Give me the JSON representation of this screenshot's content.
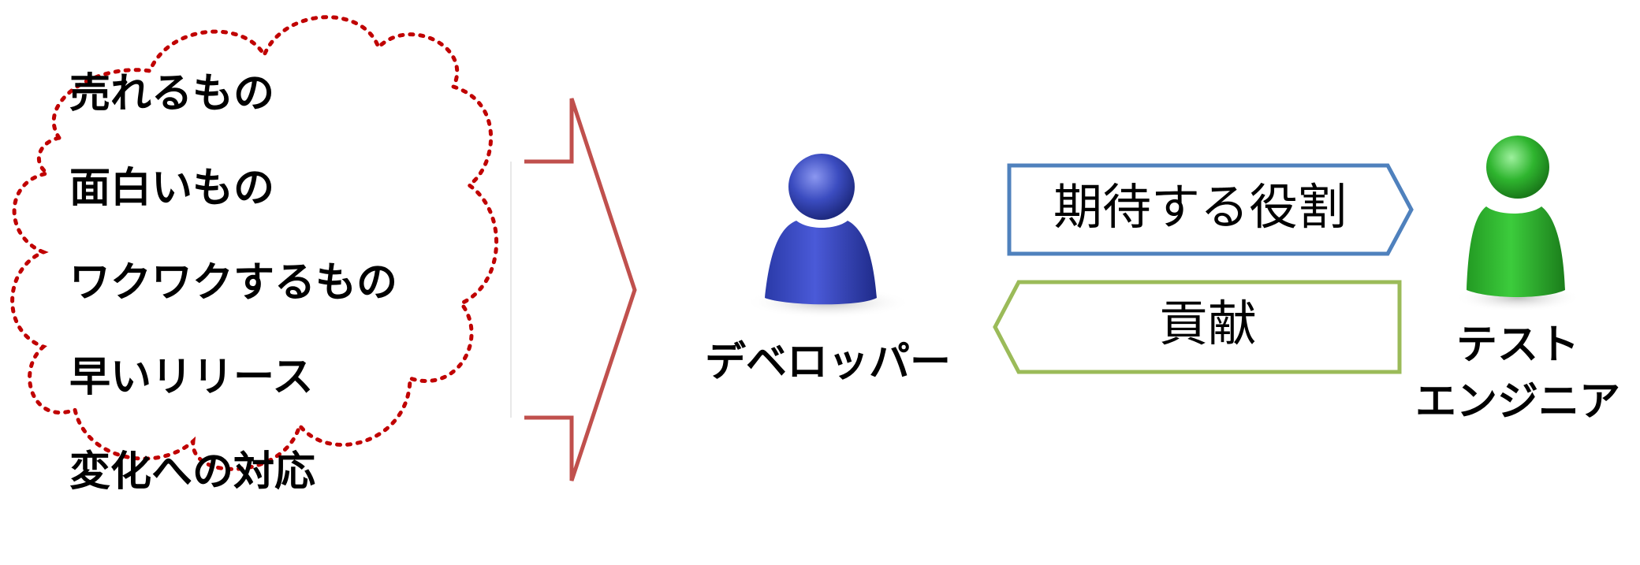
{
  "cloud": {
    "items": [
      "売れるもの",
      "面白いもの",
      "ワクワクするもの",
      "早いリリース",
      "変化への対応"
    ],
    "outline_color": "#c00000"
  },
  "big_arrow": {
    "stroke_color": "#c0504d"
  },
  "developer": {
    "label": "デベロッパー",
    "icon": "person-icon",
    "color": "#3b4cc0"
  },
  "tester": {
    "label_line1": "テスト",
    "label_line2": "エンジニア",
    "icon": "person-icon",
    "color": "#2fb52f"
  },
  "expected_role": {
    "label": "期待する役割",
    "stroke_color": "#4f81bd"
  },
  "contribution": {
    "label": "貢献",
    "stroke_color": "#9bbb59"
  }
}
